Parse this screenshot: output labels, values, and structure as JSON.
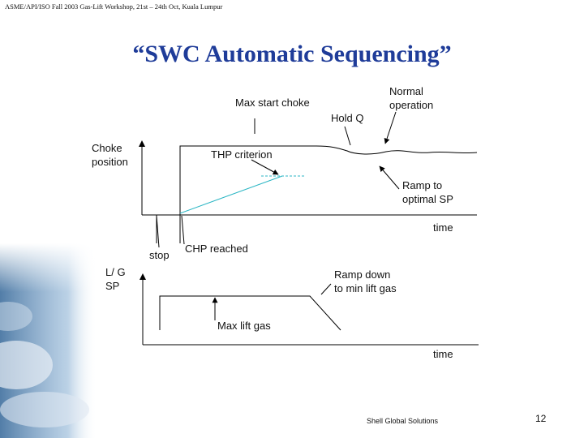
{
  "header": {
    "text": "ASME/API/ISO Fall 2003 Gas-Lift Workshop, 21st – 24th Oct, Kuala Lumpur"
  },
  "title": "“SWC Automatic Sequencing”",
  "choke_chart": {
    "y_label_1": "Choke",
    "y_label_2": "position",
    "max_start_choke": "Max start choke",
    "normal_operation_1": "Normal",
    "normal_operation_2": "operation",
    "hold_q": "Hold Q",
    "thp_criterion": "THP criterion",
    "ramp_to_1": "Ramp to",
    "ramp_to_2": "optimal SP",
    "x_label": "time",
    "stop": "stop",
    "chp_reached": "CHP reached"
  },
  "lift_chart": {
    "y_label_1": "L/ G",
    "y_label_2": "SP",
    "ramp_down_1": "Ramp down",
    "ramp_down_2": "to min lift gas",
    "max_lift_gas": "Max lift gas",
    "x_label": "time"
  },
  "footer": {
    "text": "Shell Global Solutions",
    "page": "12"
  },
  "colors": {
    "title": "#1f3c99",
    "teal_line": "#2bb6c4"
  }
}
